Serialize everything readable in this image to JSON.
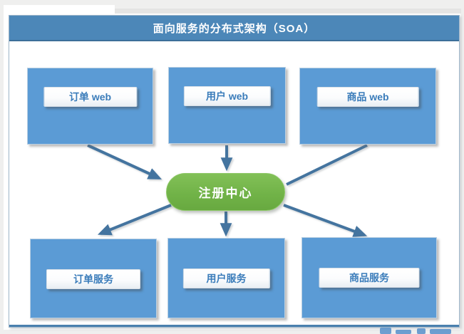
{
  "header": {
    "title": "面向服务的分布式架构（SOA）"
  },
  "diagram": {
    "top_row": [
      {
        "id": "order-web",
        "label": "订单 web"
      },
      {
        "id": "user-web",
        "label": "用户 web"
      },
      {
        "id": "product-web",
        "label": "商品 web"
      }
    ],
    "center": {
      "id": "registry-center",
      "label": "注册中心"
    },
    "bottom_row": [
      {
        "id": "order-service",
        "label": "订单服务"
      },
      {
        "id": "user-service",
        "label": "用户服务"
      },
      {
        "id": "product-service",
        "label": "商品服务"
      }
    ],
    "edges": [
      {
        "from": "order-web",
        "to": "registry-center",
        "arrowhead": true
      },
      {
        "from": "user-web",
        "to": "registry-center",
        "arrowhead": true
      },
      {
        "from": "product-web",
        "to": "registry-center",
        "arrowhead": false
      },
      {
        "from": "registry-center",
        "to": "order-service",
        "arrowhead": true
      },
      {
        "from": "registry-center",
        "to": "user-service",
        "arrowhead": true
      },
      {
        "from": "registry-center",
        "to": "product-service",
        "arrowhead": true
      }
    ]
  },
  "colors": {
    "page_background": "#efefee",
    "header_fill": "#4c87b8",
    "box_fill": "#5b9bd5",
    "center_fill": "#72b54a",
    "arrow": "#44749f",
    "label_text": "#3a7cba",
    "title_text": "#ffffff"
  }
}
